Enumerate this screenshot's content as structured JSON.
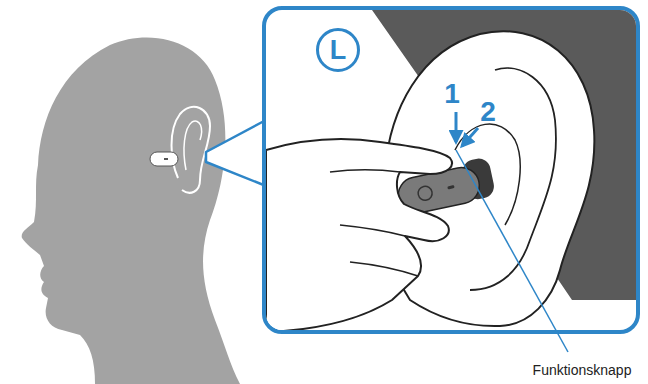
{
  "diagram": {
    "nodes": [
      {
        "text": [
          "L"
        ]
      }
    ],
    "labels": [
      "1",
      "2",
      "Funktionsknapp"
    ]
  }
}
